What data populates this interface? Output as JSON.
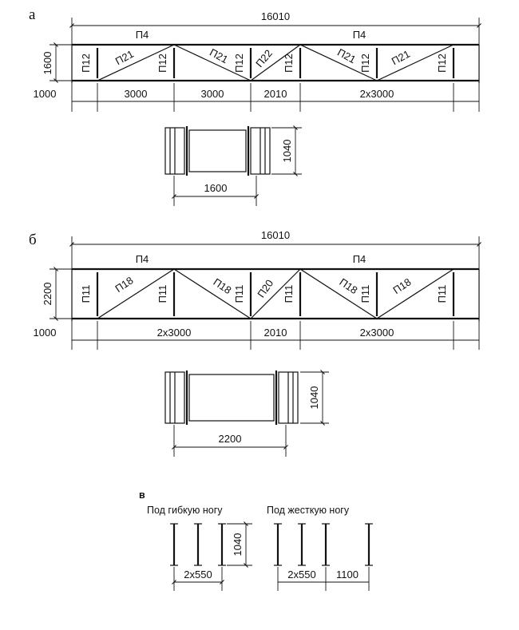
{
  "figure": {
    "a": {
      "label": "а",
      "length": "16010",
      "top_chord_left": "П4",
      "top_chord_right": "П4",
      "height": "1600",
      "left_offset": "1000",
      "posts": [
        "П12",
        "П12",
        "П12",
        "П12",
        "П12",
        "П12"
      ],
      "diagonals": [
        "П21",
        "П21",
        "П22",
        "П21",
        "П21"
      ],
      "spans": [
        "3000",
        "3000",
        "2010",
        "2x3000"
      ],
      "plan_width": "1040",
      "plan_length": "1600"
    },
    "b": {
      "label": "б",
      "length": "16010",
      "top_chord_left": "П4",
      "top_chord_right": "П4",
      "height": "2200",
      "left_offset": "1000",
      "posts": [
        "П11",
        "П11",
        "П11",
        "П11",
        "П11",
        "П11"
      ],
      "diagonals": [
        "П18",
        "П18",
        "П20",
        "П18",
        "П18"
      ],
      "spans": [
        "2x3000",
        "2010",
        "2x3000"
      ],
      "plan_width": "1040",
      "plan_length": "2200"
    },
    "c": {
      "label": "в",
      "flex_caption": "Под гибкую ногу",
      "rigid_caption": "Под жесткую ногу",
      "flex_height": "1040",
      "flex_span": "2x550",
      "rigid_span": "2x550",
      "rigid_extra": "1100"
    }
  }
}
